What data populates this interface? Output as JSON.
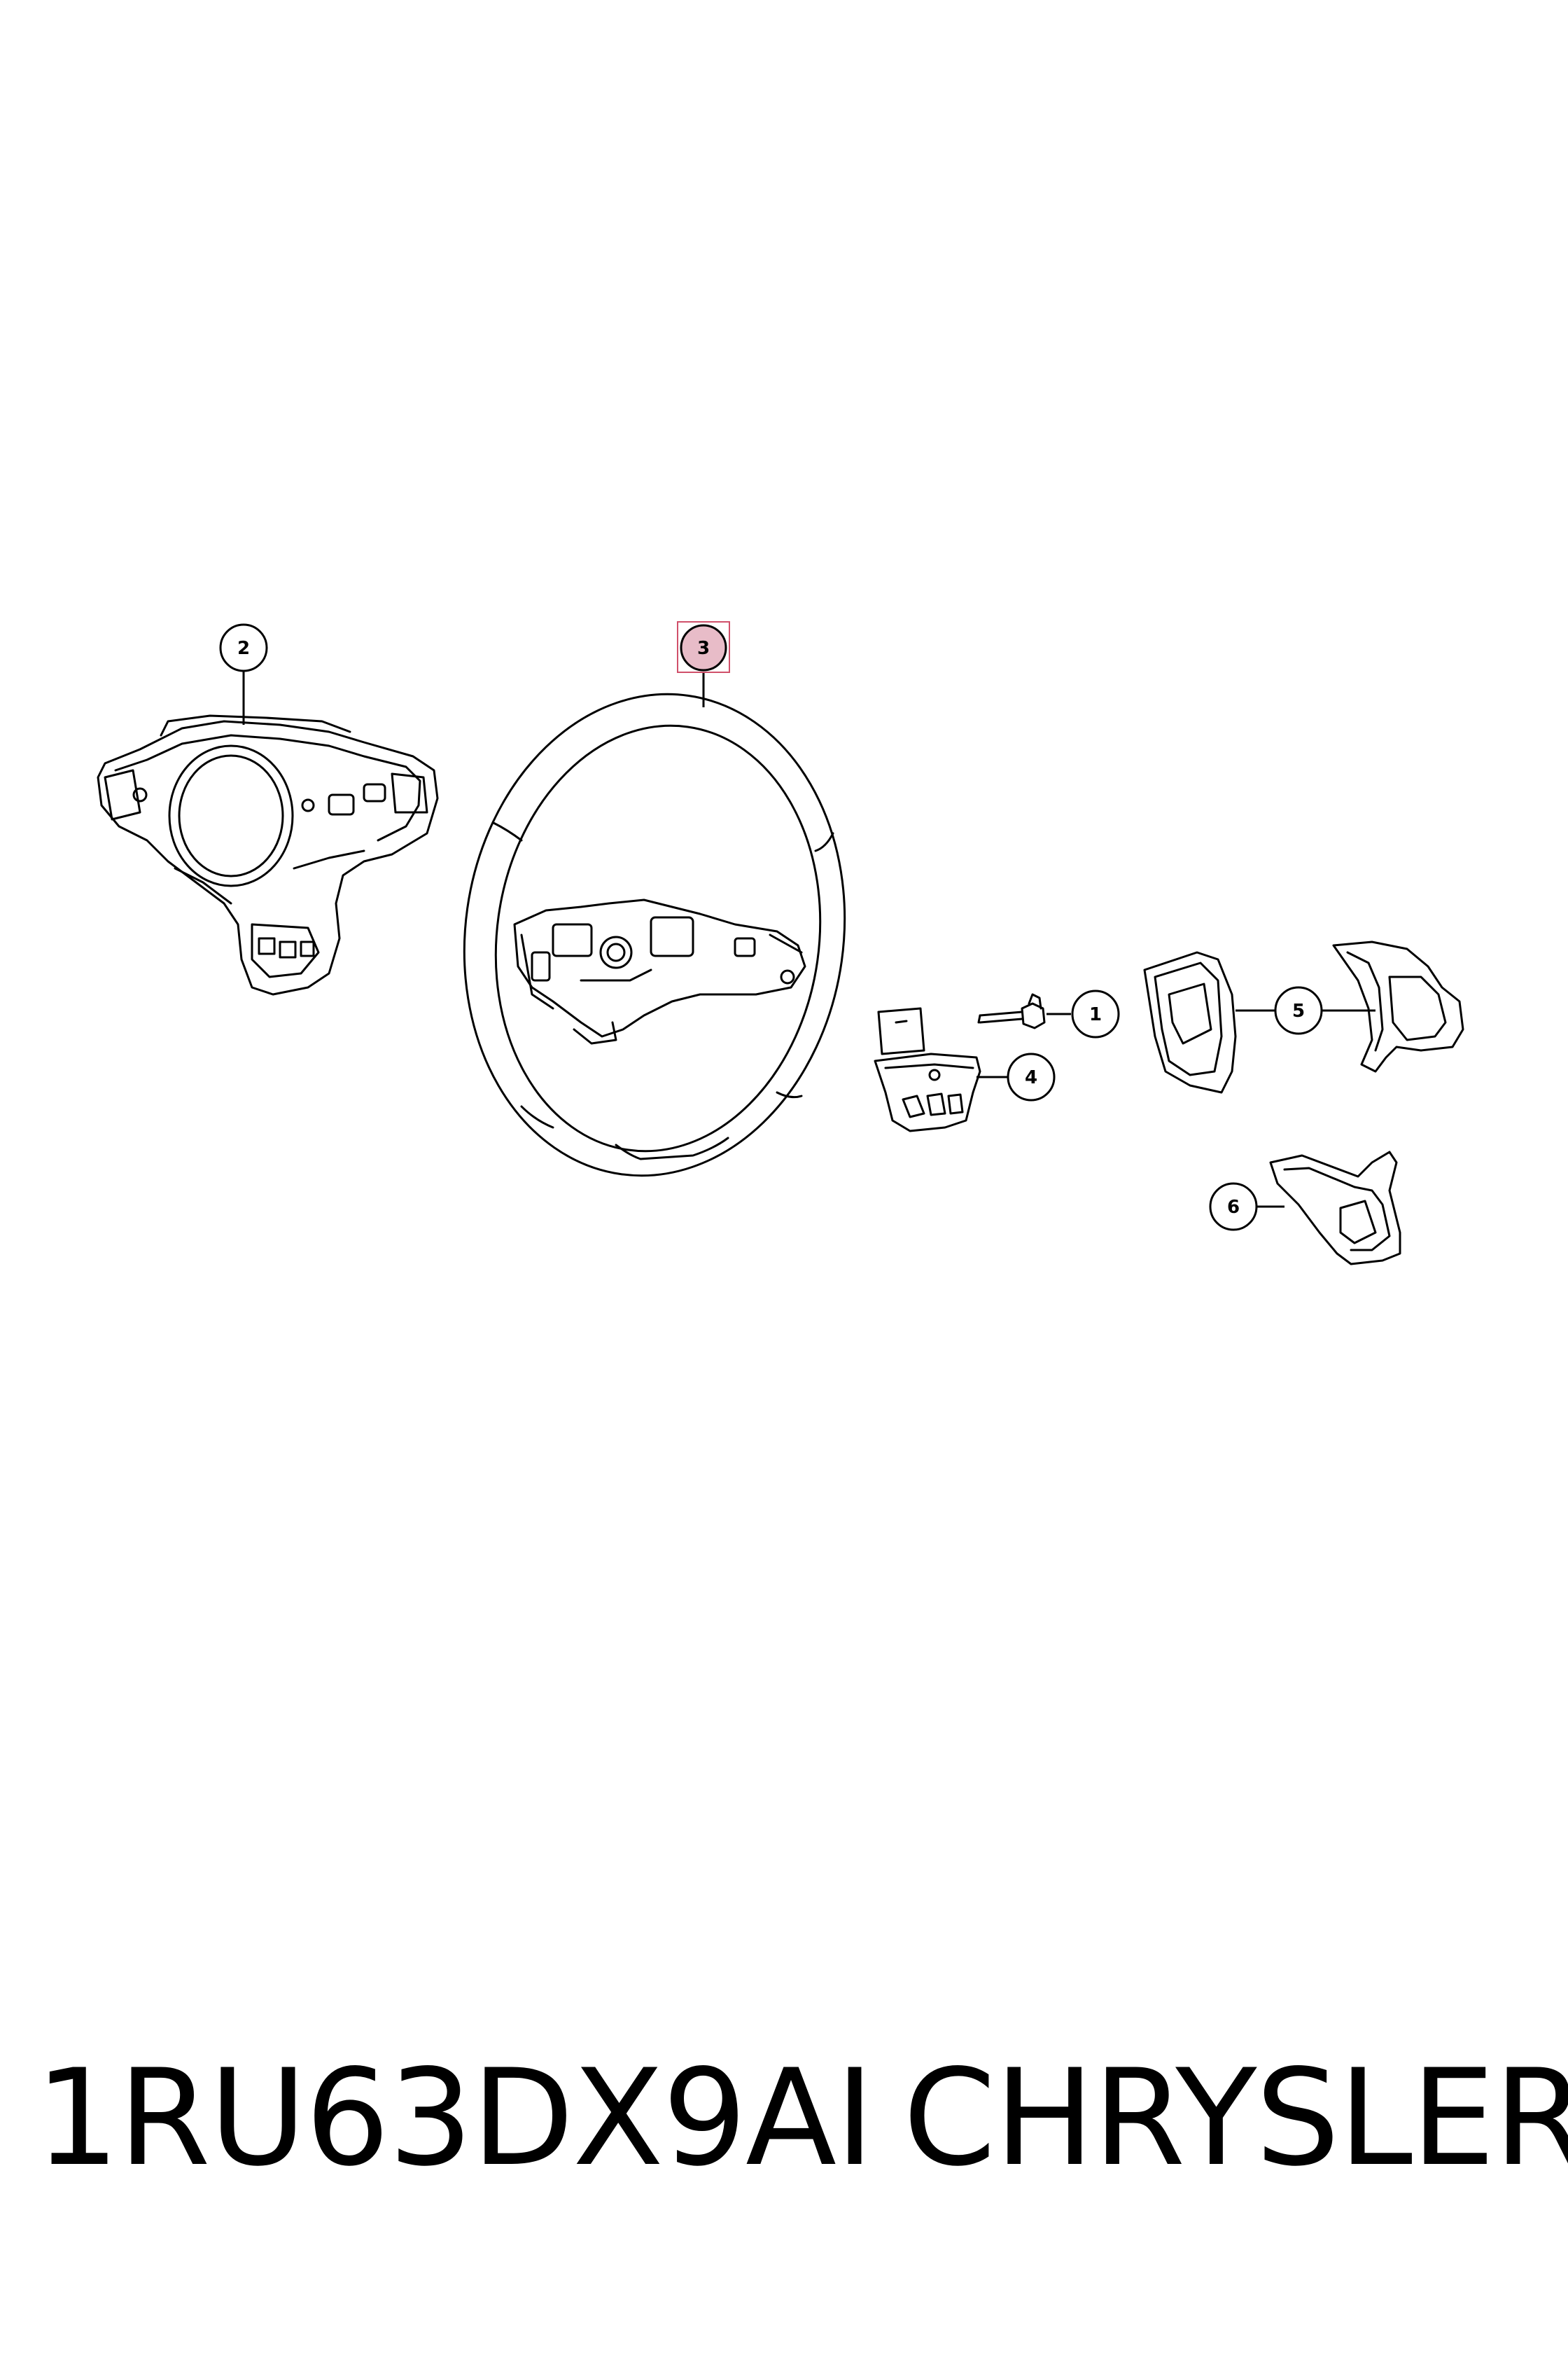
{
  "diagram": {
    "callouts": [
      {
        "id": "callout-1",
        "label": "1"
      },
      {
        "id": "callout-2",
        "label": "2"
      },
      {
        "id": "callout-3",
        "label": "3",
        "highlighted": true
      },
      {
        "id": "callout-4",
        "label": "4"
      },
      {
        "id": "callout-5",
        "label": "5"
      },
      {
        "id": "callout-6",
        "label": "6"
      }
    ],
    "highlight_color": "#e8bcc8",
    "highlight_border_color": "#d0506a"
  },
  "footer": {
    "part_number": "1RU63DX9AI",
    "brand": "CHRYSLER"
  }
}
